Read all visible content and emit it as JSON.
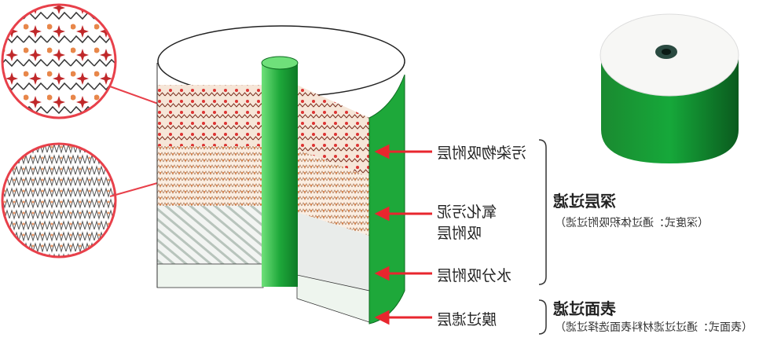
{
  "layers": [
    {
      "label": "污染物吸附层"
    },
    {
      "label_line1": "氧化污泥",
      "label_line2": "吸附层"
    },
    {
      "label": "水分吸附层"
    },
    {
      "label": "膜过滤层"
    }
  ],
  "groups": {
    "depth": {
      "title": "深层过滤",
      "desc": "（深度式：通过体积吸附过滤）"
    },
    "surface": {
      "title": "表面过滤",
      "desc": "（表面式：通过过滤材料表面选择过滤）"
    }
  },
  "colors": {
    "green": "#1ea83a",
    "arrow": "#e8262e",
    "circle": "#e8404a",
    "dots": "#e07a3a"
  }
}
